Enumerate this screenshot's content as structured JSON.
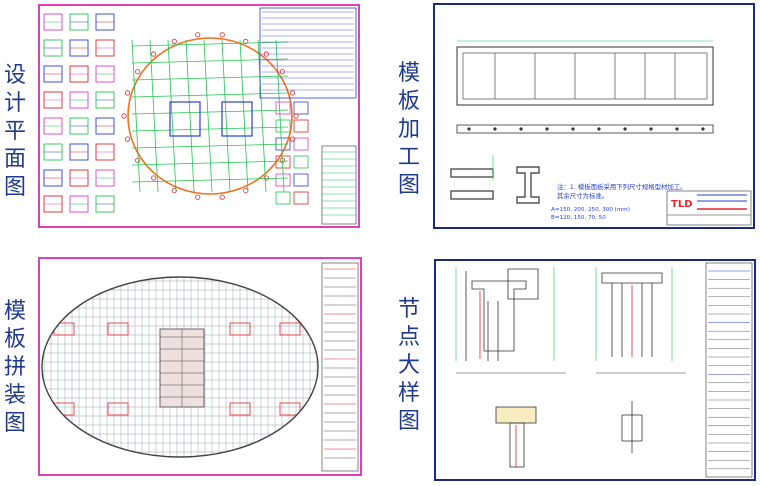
{
  "labels": {
    "design_plan": "设计平面图",
    "formwork_processing": "模板加工图",
    "formwork_assembly": "模板拼装图",
    "node_detail": "节点大样图"
  },
  "processing_sheet": {
    "note_line1": "注：1. 模板面板采用下列尺寸规格型材加工。",
    "note_line2": "   其余尺寸为标准。",
    "dims_line1": "A=150, 200, 250, 300 (mm)",
    "dims_line2": "B=120, 150, 70, 50",
    "logo": "TLD"
  },
  "colors": {
    "label": "#1f3a8a",
    "panel_border_magenta": "#e040c0",
    "panel_border_navy": "#1a2a8c",
    "cad_green": "#23c552",
    "cad_red": "#e0262b",
    "cad_blue": "#2a3fd0"
  }
}
